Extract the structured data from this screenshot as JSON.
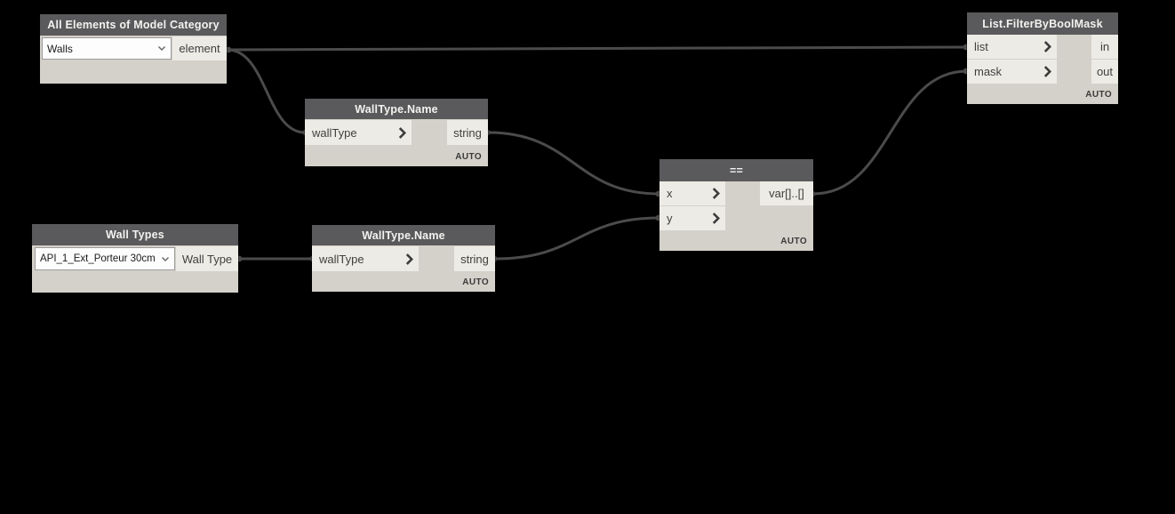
{
  "app": "Dynamo visual programming graph",
  "canvas": {
    "background": "#000000"
  },
  "colors": {
    "node_header": "#5a5a5c",
    "node_body": "#d4d1ca",
    "port_background": "#edebe5",
    "port_text": "#3f3f3f",
    "header_text": "#f2f2f0",
    "wire": "#4b4b4b",
    "dropdown_background": "#fdfdfd",
    "dropdown_border": "#9b9b9b",
    "lacing_text": "#3a3a3a"
  },
  "nodes": {
    "all_elements": {
      "title": "All Elements of Model Category",
      "dropdown_value": "Walls",
      "output": "element"
    },
    "walltype_name_1": {
      "title": "WallType.Name",
      "input": "wallType",
      "output": "string",
      "lacing": "AUTO"
    },
    "wall_types": {
      "title": "Wall Types",
      "dropdown_value": "API_1_Ext_Porteur 30cm",
      "output": "Wall Type"
    },
    "walltype_name_2": {
      "title": "WallType.Name",
      "input": "wallType",
      "output": "string",
      "lacing": "AUTO"
    },
    "equals": {
      "title": "==",
      "inputs": [
        "x",
        "y"
      ],
      "output": "var[]..[]",
      "lacing": "AUTO"
    },
    "filter": {
      "title": "List.FilterByBoolMask",
      "inputs": [
        "list",
        "mask"
      ],
      "outputs": [
        "in",
        "out"
      ],
      "lacing": "AUTO"
    }
  },
  "connections": [
    {
      "from": "All Elements of Model Category.element",
      "to": "List.FilterByBoolMask.list"
    },
    {
      "from": "All Elements of Model Category.element",
      "to": "WallType.Name(top).wallType"
    },
    {
      "from": "WallType.Name(top).string",
      "to": "==.x"
    },
    {
      "from": "Wall Types.Wall Type",
      "to": "WallType.Name(bottom).wallType"
    },
    {
      "from": "WallType.Name(bottom).string",
      "to": "==.y"
    },
    {
      "from": "==.var[]..[]",
      "to": "List.FilterByBoolMask.mask"
    }
  ]
}
